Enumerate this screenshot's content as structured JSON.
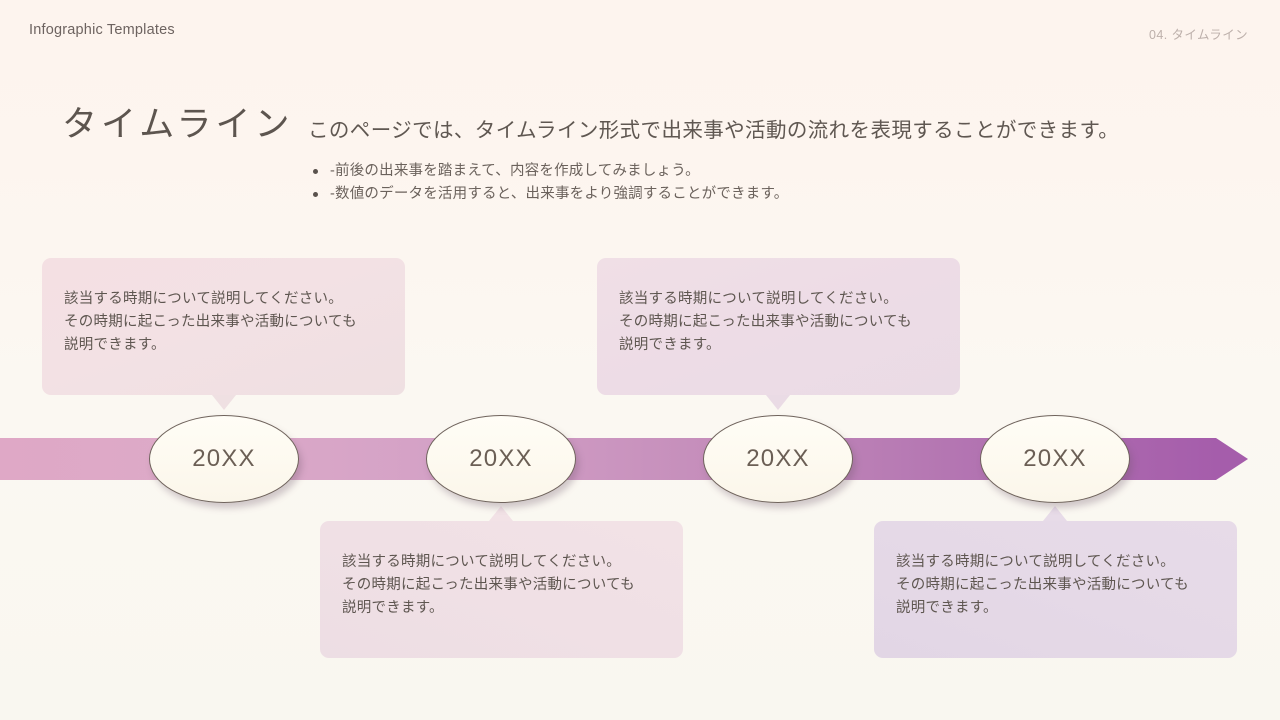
{
  "header": {
    "brand": "Infographic Templates",
    "section": "04. タイムライン"
  },
  "title": "タイムライン",
  "subtitle": "このページでは、タイムライン形式で出来事や活動の流れを表現することができます。",
  "bullets": [
    "-前後の出来事を踏まえて、内容を作成してみましょう。",
    "-数値のデータを活用すると、出来事をより強調することができます。"
  ],
  "timeline": {
    "bar_start_color": "#dfa8c6",
    "bar_end_color": "#a55dab",
    "nodes": [
      {
        "label": "20XX"
      },
      {
        "label": "20XX"
      },
      {
        "label": "20XX"
      },
      {
        "label": "20XX"
      }
    ]
  },
  "callouts": [
    {
      "text": "該当する時期について説明してください。\nその時期に起こった出来事や活動についても\n説明できます。",
      "color": "#f3e1e4",
      "position": "above"
    },
    {
      "text": "該当する時期について説明してください。\nその時期に起こった出来事や活動についても\n説明できます。",
      "color": "#eddce6",
      "position": "above"
    },
    {
      "text": "該当する時期について説明してください。\nその時期に起こった出来事や活動についても\n説明できます。",
      "color": "#f0e0e5",
      "position": "below"
    },
    {
      "text": "該当する時期について説明してください。\nその時期に起こった出来事や活動についても\n説明できます。",
      "color": "#e5d9e7",
      "position": "below"
    }
  ]
}
